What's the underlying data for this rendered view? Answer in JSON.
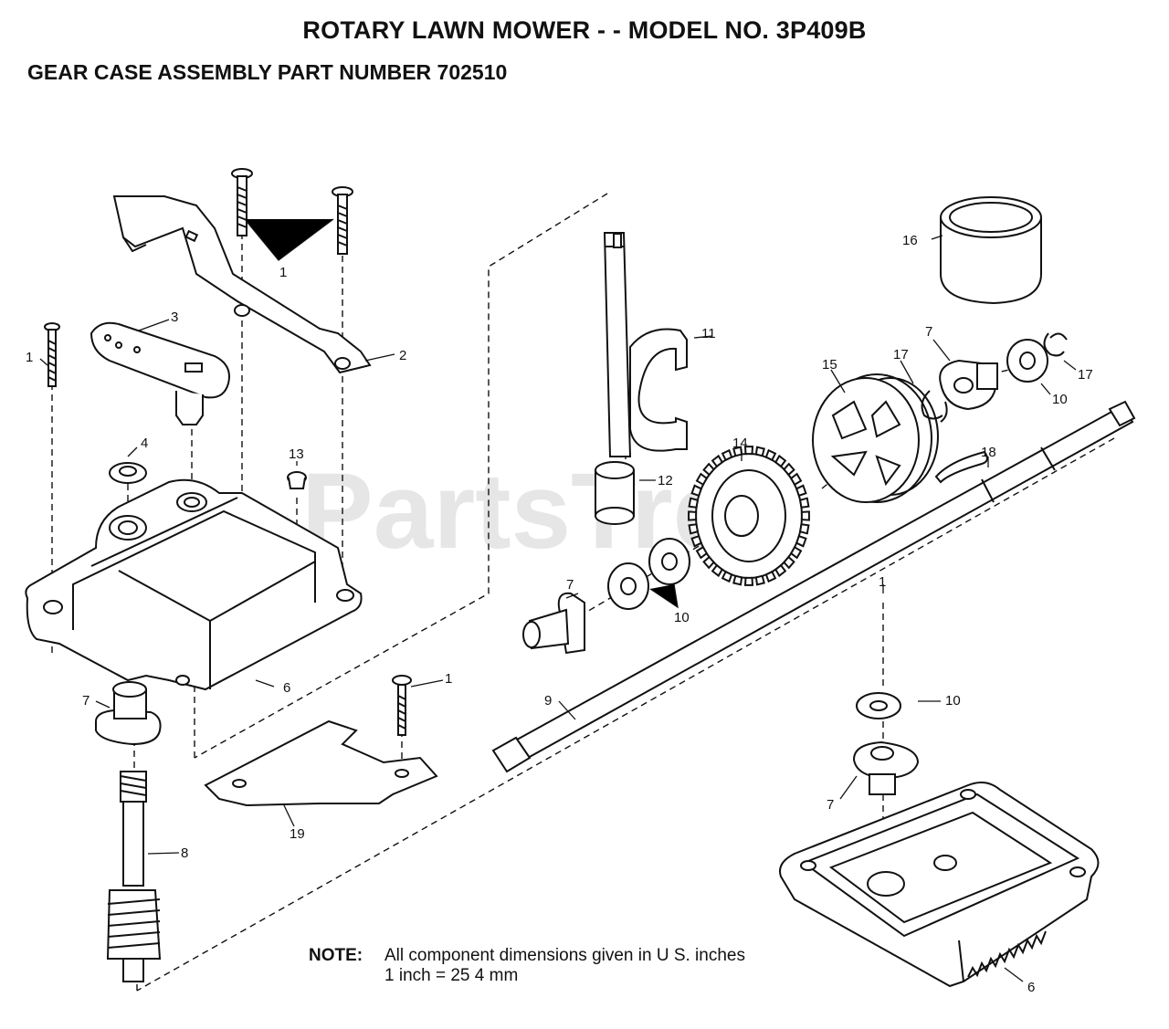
{
  "header": {
    "title": "ROTARY LAWN MOWER - - MODEL NO. 3P409B",
    "subtitle": "GEAR CASE ASSEMBLY PART NUMBER 702510"
  },
  "watermark": "PartsTree",
  "callouts": [
    {
      "id": "c1a",
      "text": "1"
    },
    {
      "id": "c1b",
      "text": "1"
    },
    {
      "id": "c1c",
      "text": "1"
    },
    {
      "id": "c1d",
      "text": "1"
    },
    {
      "id": "c2",
      "text": "2"
    },
    {
      "id": "c3",
      "text": "3"
    },
    {
      "id": "c4",
      "text": "4"
    },
    {
      "id": "c6a",
      "text": "6"
    },
    {
      "id": "c6b",
      "text": "6"
    },
    {
      "id": "c7a",
      "text": "7"
    },
    {
      "id": "c7b",
      "text": "7"
    },
    {
      "id": "c7c",
      "text": "7"
    },
    {
      "id": "c7d",
      "text": "7"
    },
    {
      "id": "c8",
      "text": "8"
    },
    {
      "id": "c9",
      "text": "9"
    },
    {
      "id": "c10a",
      "text": "10"
    },
    {
      "id": "c10b",
      "text": "10"
    },
    {
      "id": "c10c",
      "text": "10"
    },
    {
      "id": "c11",
      "text": "11"
    },
    {
      "id": "c12",
      "text": "12"
    },
    {
      "id": "c13",
      "text": "13"
    },
    {
      "id": "c14",
      "text": "14"
    },
    {
      "id": "c15",
      "text": "15"
    },
    {
      "id": "c16",
      "text": "16"
    },
    {
      "id": "c17a",
      "text": "17"
    },
    {
      "id": "c17b",
      "text": "17"
    },
    {
      "id": "c18",
      "text": "18"
    },
    {
      "id": "c19",
      "text": "19"
    }
  ],
  "note": {
    "label": "NOTE:",
    "line1": "All component dimensions given in U S. inches",
    "line2": "1 inch = 25 4 mm"
  }
}
